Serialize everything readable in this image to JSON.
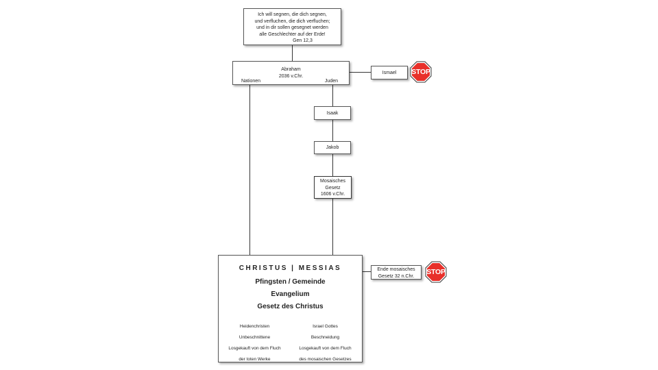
{
  "promise": {
    "lines": [
      "Ich will segnen, die dich segnen,",
      "und verfluchen, die dich verfluchen;",
      "und in dir sollen gesegnet werden",
      "alle Geschlechter auf der Erde!",
      "Gen 12,3"
    ]
  },
  "abraham": {
    "name": "Abraham",
    "date": "2036 v.Chr.",
    "left_label": "Nationen",
    "right_label": "Juden"
  },
  "ismael": {
    "label": "Ismael"
  },
  "isaak": {
    "label": "Isaak"
  },
  "jakob": {
    "label": "Jakob"
  },
  "mosaic": {
    "lines": [
      "Mosaisches",
      "Gesetz",
      "1606 v.Chr."
    ]
  },
  "stop_signs": [
    {
      "text": "STOP",
      "color": "#e8302a"
    },
    {
      "text": "STOP",
      "color": "#e8302a"
    }
  ],
  "ende": {
    "lines": [
      "Ende mosaisches",
      "Gesetz 32 n.Chr."
    ]
  },
  "christus": {
    "title": "CHRISTUS | MESSIAS",
    "lines": [
      "Pfingsten / Gemeinde",
      "Evangelium",
      "Gesetz des Christus"
    ],
    "left_column": [
      "Heidenchristen",
      "Unbeschnittene",
      "Losgekauft von dem Fluch",
      "der toten Werke"
    ],
    "right_column": [
      "Israel Gottes",
      "Beschneidung",
      "Losgekauft von dem Fluch",
      "des mosaischen Gesetzes"
    ]
  }
}
